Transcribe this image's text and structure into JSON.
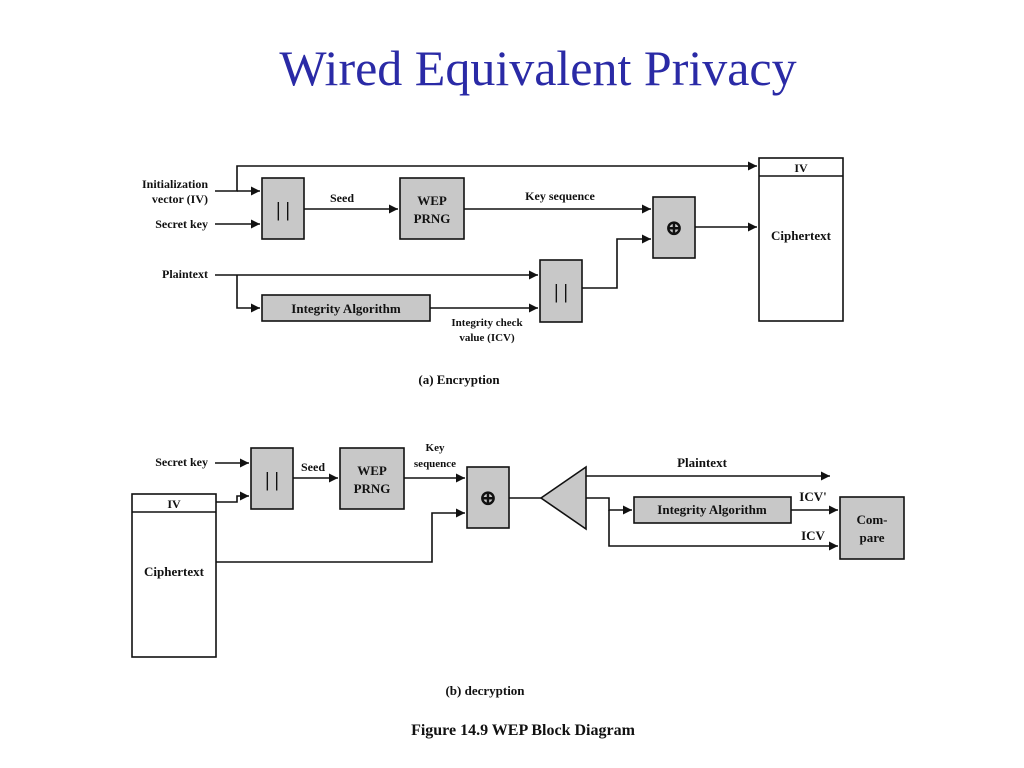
{
  "title": "Wired Equivalent Privacy",
  "encryption": {
    "iv_input": "Initialization",
    "iv_input2": "vector (IV)",
    "secret_key": "Secret key",
    "plaintext": "Plaintext",
    "concat1": "| |",
    "seed": "Seed",
    "prng1": "WEP",
    "prng2": "PRNG",
    "key_sequence": "Key sequence",
    "xor": "⊕",
    "integrity": "Integrity Algorithm",
    "icv1": "Integrity check",
    "icv2": "value (ICV)",
    "concat2": "| |",
    "out_iv": "IV",
    "out_cipher": "Ciphertext",
    "caption": "(a) Encryption"
  },
  "decryption": {
    "secret_key": "Secret key",
    "concat": "| |",
    "seed": "Seed",
    "prng1": "WEP",
    "prng2": "PRNG",
    "key1": "Key",
    "key2": "sequence",
    "xor": "⊕",
    "in_iv": "IV",
    "in_cipher": "Ciphertext",
    "plaintext": "Plaintext",
    "integrity": "Integrity Algorithm",
    "icv_prime": "ICV'",
    "icv": "ICV",
    "compare1": "Com-",
    "compare2": "pare",
    "caption": "(b) decryption"
  },
  "figure_caption": "Figure 14.9  WEP Block Diagram"
}
